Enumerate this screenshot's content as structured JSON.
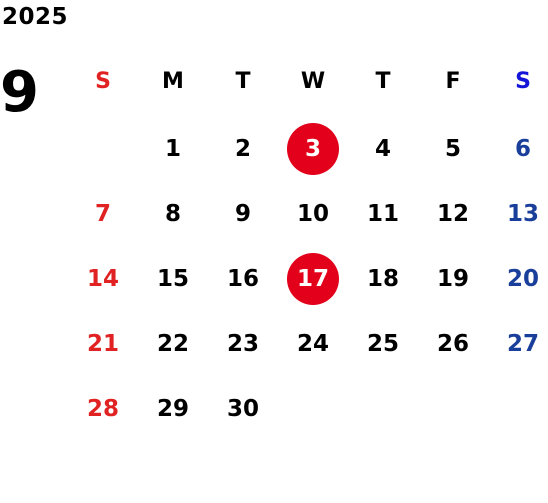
{
  "calendar": {
    "year": "2025",
    "month": "9",
    "weekdays": [
      "S",
      "M",
      "T",
      "W",
      "T",
      "F",
      "S"
    ],
    "weeks": [
      [
        "",
        "1",
        "2",
        "3",
        "4",
        "5",
        "6"
      ],
      [
        "7",
        "8",
        "9",
        "10",
        "11",
        "12",
        "13"
      ],
      [
        "14",
        "15",
        "16",
        "17",
        "18",
        "19",
        "20"
      ],
      [
        "21",
        "22",
        "23",
        "24",
        "25",
        "26",
        "27"
      ],
      [
        "28",
        "29",
        "30",
        "",
        "",
        "",
        ""
      ]
    ],
    "marked_days": [
      "3",
      "17"
    ],
    "colors": {
      "sunday": "#e02222",
      "saturday": "#1a3f9a",
      "saturday_header": "#1515d8",
      "marker": "#e2001a",
      "text": "#000000"
    }
  }
}
